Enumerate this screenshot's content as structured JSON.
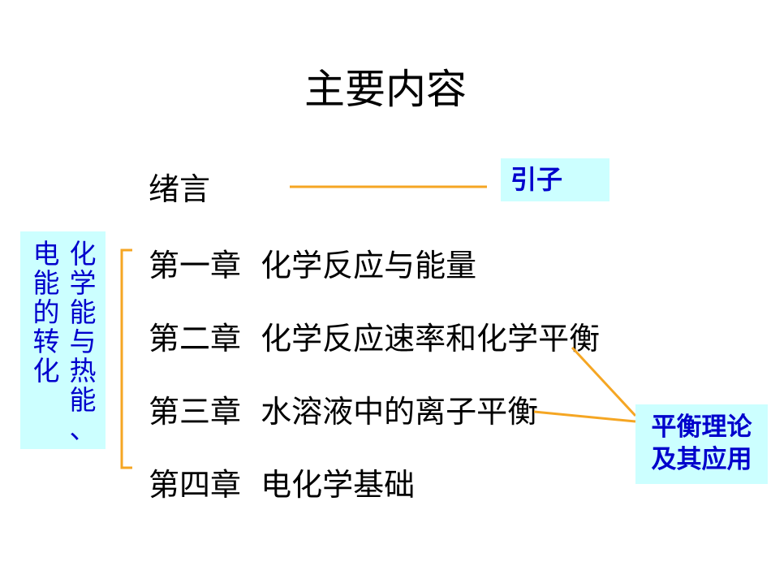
{
  "title": "主要内容",
  "items": [
    {
      "label": "绪言"
    },
    {
      "label": "第一章  化学反应与能量"
    },
    {
      "label": "第二章  化学反应速率和化学平衡"
    },
    {
      "label": "第三章  水溶液中的离子平衡"
    },
    {
      "label": "第四章  电化学基础"
    }
  ],
  "annotations": {
    "intro": "引子",
    "left_col1": [
      "化",
      "学",
      "能",
      "与",
      "热",
      "能",
      "、"
    ],
    "left_col2": [
      "电",
      "能",
      "的",
      "转",
      "化"
    ],
    "right_line1": "平衡理论",
    "right_line2": "及其应用"
  },
  "colors": {
    "accent_line": "#f5a623",
    "box_bg": "#ccffff",
    "box_text": "#0000cc"
  }
}
